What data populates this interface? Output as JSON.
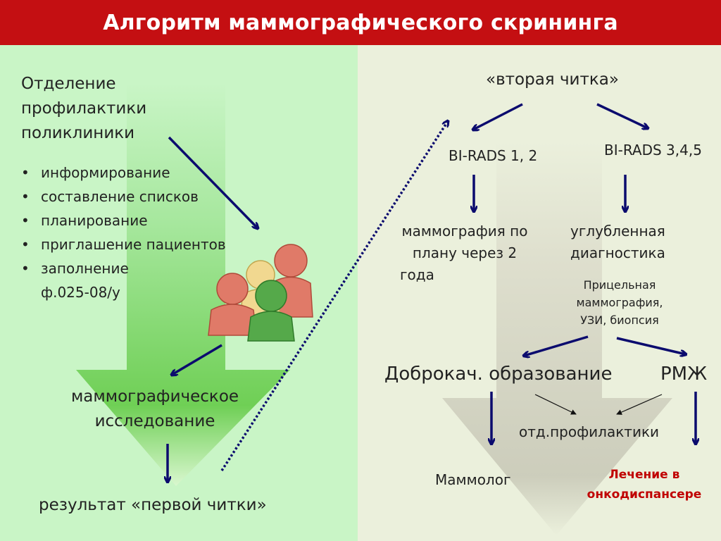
{
  "title": "Алгоритм маммографического скрининга",
  "left": {
    "heading": [
      "Отделение",
      "профилактики",
      "поликлиники"
    ],
    "bullets": [
      "информирование",
      "составление списков",
      "планирование",
      "приглашение пациентов",
      "заполнение\nф.025-08/у"
    ],
    "exam": [
      "маммографическое",
      "исследование"
    ],
    "result": "результат «первой читки»"
  },
  "right": {
    "second_read": "«вторая читка»",
    "birads_low": "BI-RADS 1, 2",
    "birads_high": "BI-RADS 3,4,5",
    "plan": [
      "маммография по",
      "плану через 2",
      "года"
    ],
    "deep": [
      "углубленная",
      "диагностика"
    ],
    "methods": [
      "Прицельная",
      "маммография,",
      "УЗИ, биопсия"
    ],
    "benign": "Доброкач. образование",
    "rmzh": "РМЖ",
    "prevention": "отд.профилактики",
    "mammolog": "Маммолог",
    "treatment": [
      "Лечение в",
      "онкодиспансере"
    ]
  },
  "colors": {
    "title_bg": "#c40f12",
    "left_bg": "#c9f5c6",
    "right_bg": "#ebf0dc",
    "arrow": "#0b0b6e",
    "treatment": "#c00000"
  },
  "icons": {
    "people": "people-group-icon"
  }
}
